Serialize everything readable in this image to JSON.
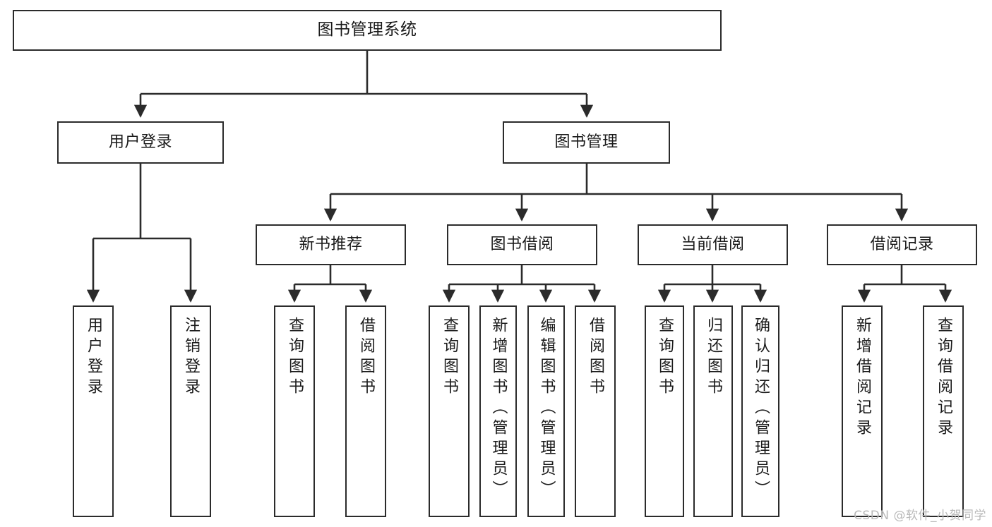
{
  "diagram": {
    "title": "图书管理系统",
    "type": "tree-structure-chart",
    "orientation": "top-down",
    "colors": {
      "background": "#ffffff",
      "node_fill": "#ffffff",
      "node_border": "#2b2b2b",
      "edge": "#2b2b2b",
      "text": "#1a1a1a",
      "watermark": "#b9b9b9"
    },
    "nodes": {
      "root": {
        "label": "图书管理系统"
      },
      "level1": [
        {
          "id": "user-login",
          "label": "用户登录"
        },
        {
          "id": "book-management",
          "label": "图书管理"
        }
      ],
      "level2": [
        {
          "id": "new-book-recommend",
          "label": "新书推荐"
        },
        {
          "id": "book-borrow",
          "label": "图书借阅"
        },
        {
          "id": "current-borrow",
          "label": "当前借阅"
        },
        {
          "id": "borrow-record",
          "label": "借阅记录"
        }
      ],
      "leaves": {
        "user_login": [
          {
            "id": "leaf-user-login",
            "label": "用户登录"
          },
          {
            "id": "leaf-user-logout",
            "label": "注销登录"
          }
        ],
        "new_book_recommend": [
          {
            "id": "leaf-query-book-1",
            "label": "查询图书"
          },
          {
            "id": "leaf-borrow-book-1",
            "label": "借阅图书"
          }
        ],
        "book_borrow": [
          {
            "id": "leaf-query-book-2",
            "label": "查询图书"
          },
          {
            "id": "leaf-add-book",
            "label": "新增图书（管理员）"
          },
          {
            "id": "leaf-edit-book",
            "label": "编辑图书（管理员）"
          },
          {
            "id": "leaf-borrow-book-2",
            "label": "借阅图书"
          }
        ],
        "current_borrow": [
          {
            "id": "leaf-query-book-3",
            "label": "查询图书"
          },
          {
            "id": "leaf-return-book",
            "label": "归还图书"
          },
          {
            "id": "leaf-confirm-return",
            "label": "确认归还（管理员）"
          }
        ],
        "borrow_record": [
          {
            "id": "leaf-add-record",
            "label": "新增借阅记录"
          },
          {
            "id": "leaf-query-record",
            "label": "查询借阅记录"
          }
        ]
      }
    }
  },
  "watermark": {
    "text": "CSDN @软件_小贺同学"
  }
}
